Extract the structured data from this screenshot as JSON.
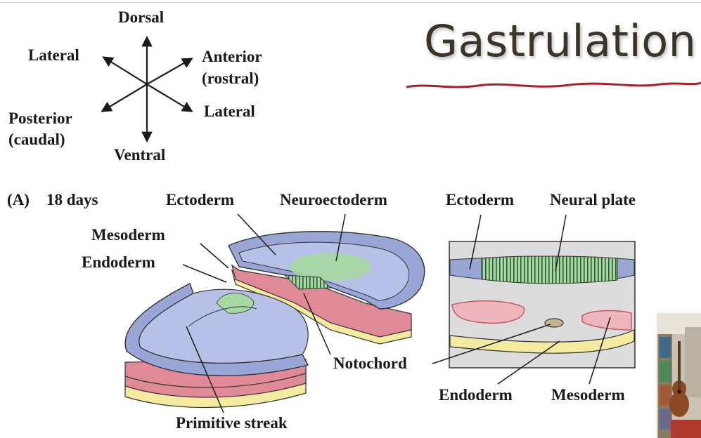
{
  "title": "Gastrulation",
  "orientation": {
    "dorsal": "Dorsal",
    "ventral": "Ventral",
    "lateral_left": "Lateral",
    "lateral_right": "Lateral",
    "anterior": "Anterior",
    "anterior_sub": "(rostral)",
    "posterior": "Posterior",
    "posterior_sub": "(caudal)"
  },
  "panel": {
    "letter": "(A)",
    "stage": "18 days"
  },
  "left_diagram": {
    "ectoderm": "Ectoderm",
    "neuroectoderm": "Neuroectoderm",
    "mesoderm": "Mesoderm",
    "endoderm": "Endoderm",
    "notochord": "Notochord",
    "primitive_streak": "Primitive streak"
  },
  "right_diagram": {
    "ectoderm": "Ectoderm",
    "neural_plate": "Neural plate",
    "endoderm": "Endoderm",
    "mesoderm": "Mesoderm"
  },
  "colors": {
    "ectoderm": "#9aa7d6",
    "neural": "#a6d8a2",
    "mesoderm": "#e08a98",
    "endoderm": "#f3eba0",
    "title_underline": "#a4202a"
  }
}
